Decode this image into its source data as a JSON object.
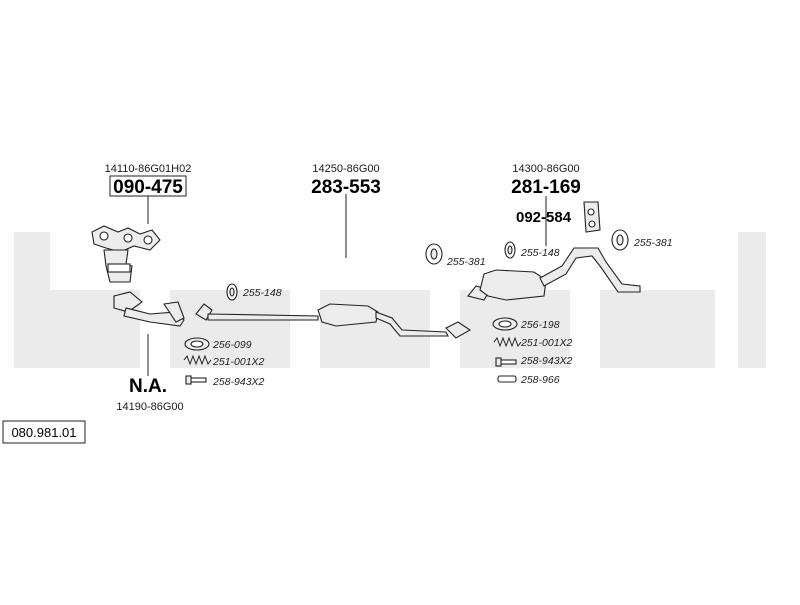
{
  "diagram_number": "080.981.01",
  "watermark": "bosal",
  "groups": [
    {
      "id": "manifold",
      "oe_number": "14110-86G01H02",
      "part_number": "090-475"
    },
    {
      "id": "front-pipe",
      "oe_number": "14190-86G00",
      "part_number": "N.A."
    },
    {
      "id": "center-pipe",
      "oe_number": "14250-86G00",
      "part_number": "283-553"
    },
    {
      "id": "rear-muffler",
      "oe_number": "14300-86G00",
      "part_number": "281-169"
    }
  ],
  "accessories": {
    "hanger_rear": "092-584",
    "front_ring": "255-148",
    "front_gasket": "256-099",
    "front_spring": "251-001X2",
    "front_bolt": "258-943X2",
    "mid_ring_left": "255-381",
    "mid_ring_right": "255-148",
    "tail_ring": "255-381",
    "rear_gasket": "256-198",
    "rear_spring": "251-001X2",
    "rear_bolt": "258-943X2",
    "rear_clamp": "258-966"
  }
}
